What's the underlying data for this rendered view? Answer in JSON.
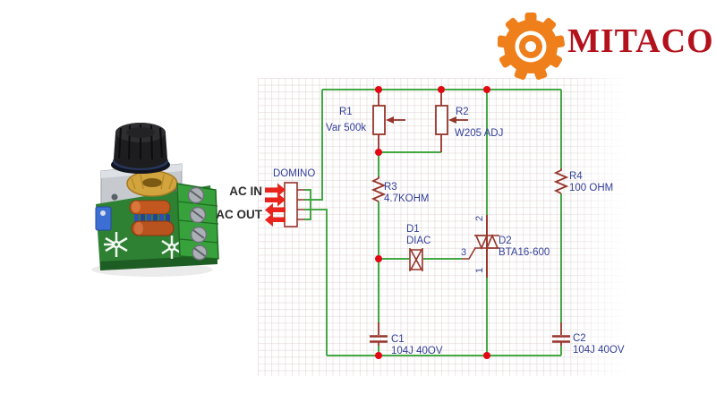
{
  "logo": {
    "brand": "MITACO",
    "brand_color": "#b3111c",
    "gear_color": "#ef7f1a"
  },
  "connector": {
    "label": "DOMINO",
    "ac_in": "AC IN",
    "ac_out": "AC OUT"
  },
  "schematic": {
    "components": [
      {
        "id": "R1",
        "value": "Var 500k",
        "type": "potentiometer"
      },
      {
        "id": "R2",
        "value": "W205 ADJ",
        "type": "potentiometer"
      },
      {
        "id": "R3",
        "value": "4.7KOHM",
        "type": "resistor"
      },
      {
        "id": "R4",
        "value": "100 OHM",
        "type": "resistor"
      },
      {
        "id": "D1",
        "value": "DIAC",
        "type": "diac"
      },
      {
        "id": "D2",
        "value": "BTA16-600",
        "type": "triac",
        "pin_top": "2",
        "pin_gate": "3",
        "pin_bottom": "1"
      },
      {
        "id": "C1",
        "value": "104J 40OV",
        "type": "capacitor"
      },
      {
        "id": "C2",
        "value": "104J 40OV",
        "type": "capacitor"
      }
    ],
    "colors": {
      "wire": "#43a843",
      "symbol": "#96352b",
      "junction": "#e30613",
      "label": "#333f99",
      "arrow": "#e8241c"
    }
  }
}
